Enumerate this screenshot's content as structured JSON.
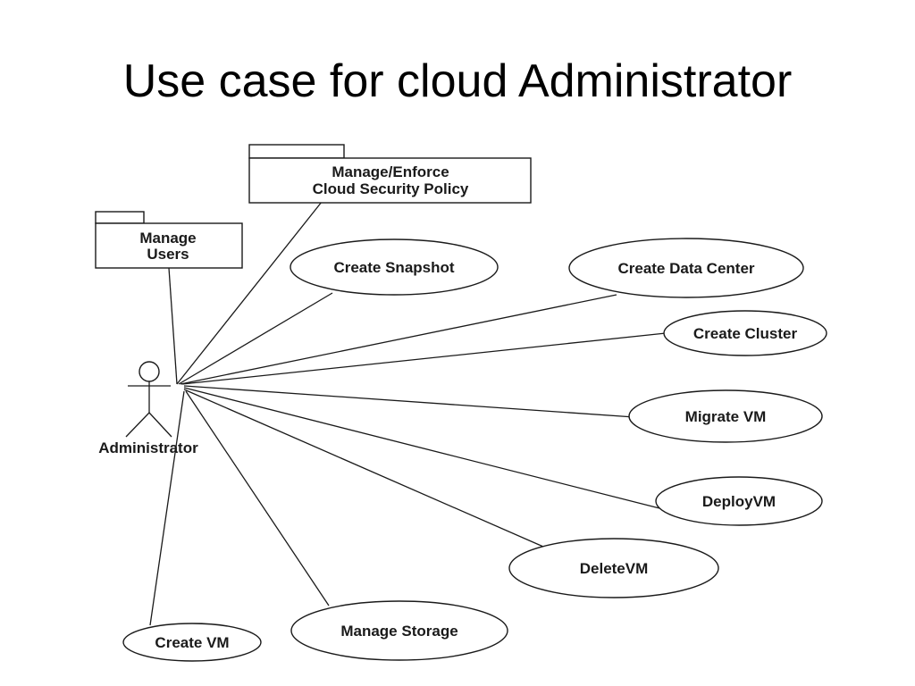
{
  "slide": {
    "title": "Use case for cloud Administrator"
  },
  "diagram": {
    "actor": {
      "label": "Administrator",
      "icon": "stick-figure-icon"
    },
    "packages": {
      "security_policy": {
        "line1": "Manage/Enforce",
        "line2": "Cloud Security Policy"
      },
      "manage_users": {
        "line1": "Manage",
        "line2": "Users"
      }
    },
    "use_cases": {
      "create_snapshot": "Create Snapshot",
      "create_data_center": "Create Data Center",
      "create_cluster": "Create Cluster",
      "migrate_vm": "Migrate VM",
      "deploy_vm": "DeployVM",
      "delete_vm": "DeleteVM",
      "manage_storage": "Manage Storage",
      "create_vm": "Create VM"
    }
  }
}
